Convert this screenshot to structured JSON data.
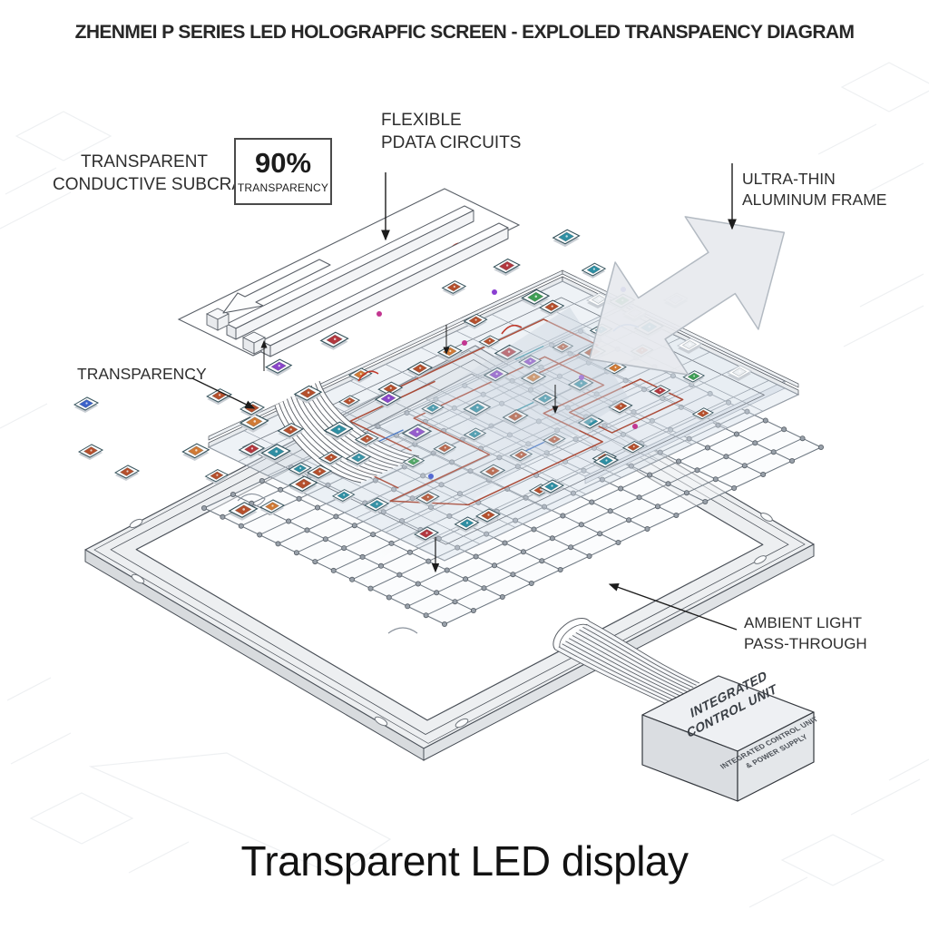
{
  "title": "ZHENMEI P SERIES LED HOLOGRAPFIC SCREEN - EXPLOLED TRANSPAENCY DIAGRAM",
  "caption": "Transparent LED display",
  "labels": {
    "substrate": {
      "line1": "TRANSPARENT",
      "line2": "CONDUCTIVE SUBCRATE"
    },
    "transparency_badge": {
      "value": "90%",
      "caption": "TRANSPARENCY"
    },
    "flex_circuits": {
      "line1": "FLEXIBLE",
      "line2": "PDATA CIRCUITS"
    },
    "aluminum_frame": {
      "line1": "ULTRA-THIN",
      "line2": "ALUMINUM FRAME"
    },
    "transparency": "TRANSPARENCY",
    "ambient_light": {
      "line1": "AMBIENT LIGHT",
      "line2": "PASS-THROUGH"
    },
    "control_unit": {
      "top_line1": "INTEGRATED",
      "top_line2": "CONTROL UNIT",
      "side_line1": "INTEGRATED CONTROL UNIT",
      "side_line2": "& POWER SUPPLY"
    }
  },
  "colors": {
    "accent_red": "#a8432f",
    "frame_stroke": "#4a5058",
    "beam_gray": "#ccd5df",
    "chip_palette": [
      "#b5502d",
      "#2f8fa3",
      "#3c62c9",
      "#3f9e55",
      "#b2383f",
      "#8a46c9",
      "#d07a35"
    ]
  }
}
